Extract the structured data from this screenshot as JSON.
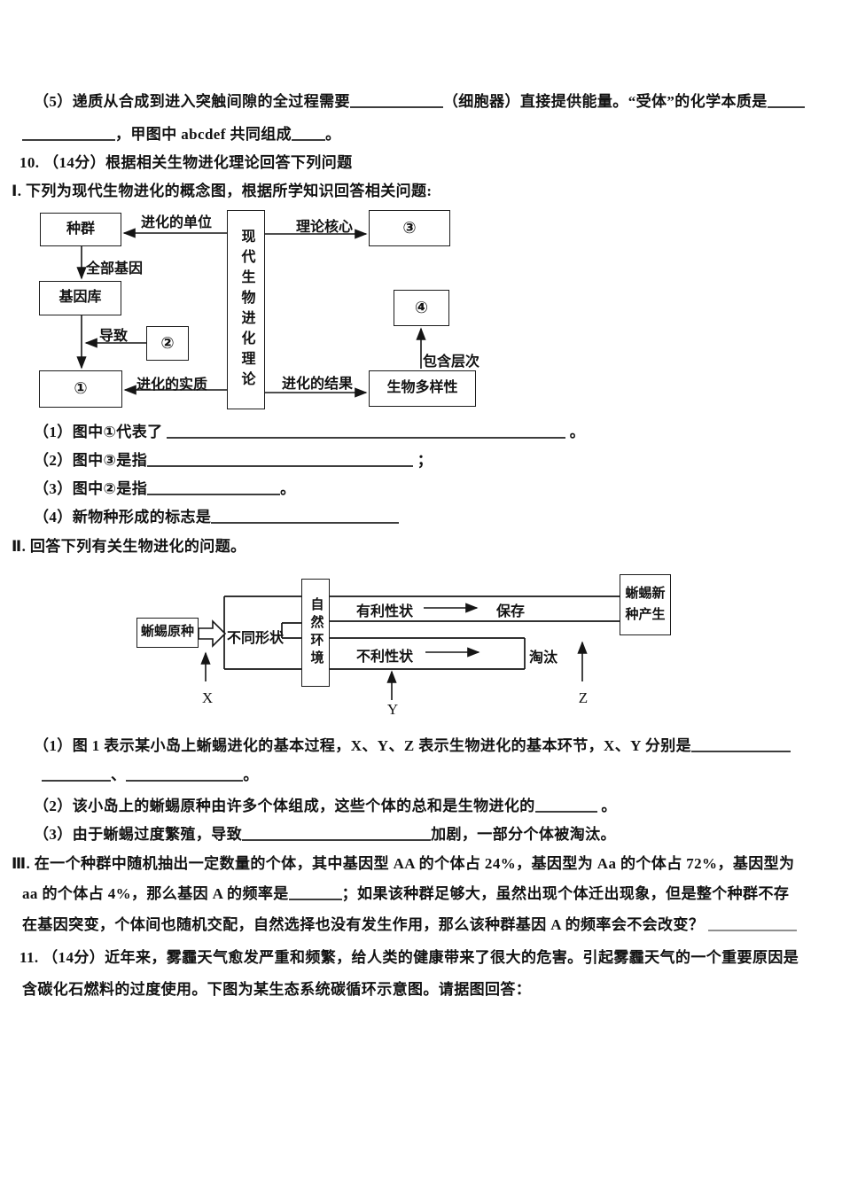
{
  "q9": {
    "line1_a": "（5）递质从合成到进入突触间隙的全过程需要",
    "line1_b": "（细胞器）直接提供能量。“受体”的化学本质是",
    "line2_a": "，甲图中 abcdef 共同组成",
    "line2_b": "。"
  },
  "q10": {
    "header": "10. （14分）根据相关生物进化理论回答下列问题",
    "part1_header": "Ⅰ. 下列为现代生物进化的概念图，根据所学知识回答相关问题:",
    "sub1_a": "（1）图中①代表了 ",
    "sub1_b": " 。",
    "sub2_a": "（2）图中③是指",
    "sub2_b": " ；",
    "sub3_a": "（3）图中②是指",
    "sub3_b": "。",
    "sub4_a": "（4）新物种形成的标志是",
    "part2_header": "Ⅱ. 回答下列有关生物进化的问题。",
    "p2s1_a": "（1）图 1 表示某小岛上蜥蜴进化的基本过程，X、Y、Z 表示生物进化的基本环节，X、Y 分别是",
    "p2s1_sep": "、",
    "p2s1_end": "。",
    "p2s2_a": "（2）该小岛上的蜥蜴原种由许多个体组成，这些个体的总和是生物进化的",
    "p2s2_b": " 。",
    "p2s3_a": "（3）由于蜥蜴过度繁殖，导致",
    "p2s3_b": "加剧，一部分个体被淘汰。",
    "part3_line1": "Ⅲ. 在一个种群中随机抽出一定数量的个体，其中基因型 AA 的个体占 24%，基因型为 Aa 的个体占 72%，基因型为",
    "part3_line2_a": "aa 的个体占 4%，那么基因 A 的频率是",
    "part3_line2_b": "；如果该种群足够大，虽然出现个体迁出现象，但是整个种群不存",
    "part3_line3_a": "在基因突变，个体间也随机交配，自然选择也没有发生作用，那么该种群基因 A 的频率会不会改变？ "
  },
  "q11": {
    "line1": "11. （14分）近年来，雾霾天气愈发严重和频繁，给人类的健康带来了很大的危害。引起雾霾天气的一个重要原因是",
    "line2": "含碳化石燃料的过度使用。下图为某生态系统碳循环示意图。请据图回答："
  },
  "diagram1": {
    "box_population": "种群",
    "box_gene_pool": "基因库",
    "box_1": "①",
    "box_2": "②",
    "box_3": "③",
    "box_4": "④",
    "box_center": "现代生物进化理论",
    "box_biodiversity": "生物多样性",
    "label_unit": "进化的单位",
    "label_core": "理论核心",
    "label_all_genes": "全部基因",
    "label_leads_to": "导致",
    "label_essence": "进化的实质",
    "label_result": "进化的结果",
    "label_levels": "包含层次"
  },
  "diagram2": {
    "box_original": "蜥蜴原种",
    "box_shapes": "不同形状",
    "box_env": "自然环境",
    "box_new_species": "蜥蜴新种产生",
    "label_favorable": "有利性状",
    "label_preserved": "保存",
    "label_unfavorable": "不利性状",
    "label_eliminated": "淘汰",
    "label_x": "X",
    "label_y": "Y",
    "label_z": "Z"
  }
}
